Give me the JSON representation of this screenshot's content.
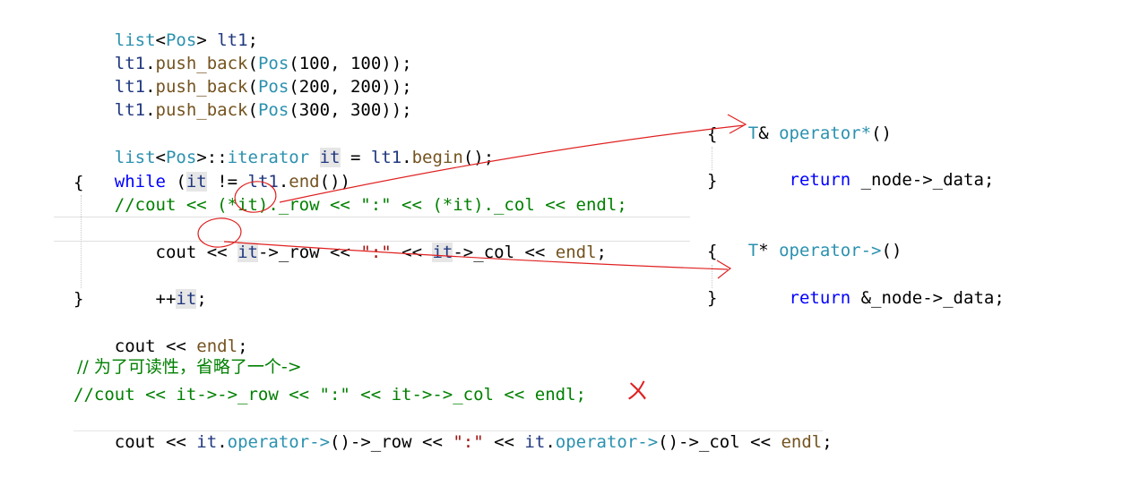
{
  "code_left": {
    "l1": {
      "a": "list",
      "b": "<",
      "c": "Pos",
      "d": "> ",
      "e": "lt1",
      ";": ";"
    },
    "l2": {
      "a": "lt1",
      ".": ".",
      "fn": "push_back",
      "p": "(",
      "t": "Pos",
      "q": "(",
      "n1": "100",
      ",": ", ",
      "n2": "100",
      "end": "));"
    },
    "l3": {
      "a": "lt1",
      ".": ".",
      "fn": "push_back",
      "p": "(",
      "t": "Pos",
      "q": "(",
      "n1": "200",
      ",": ", ",
      "n2": "200",
      "end": "));"
    },
    "l4": {
      "a": "lt1",
      ".": ".",
      "fn": "push_back",
      "p": "(",
      "t": "Pos",
      "q": "(",
      "n1": "300",
      ",": ", ",
      "n2": "300",
      "end": "));"
    },
    "l6": {
      "a": "list",
      "b": "<",
      "c": "Pos",
      "d": ">::",
      "e": "iterator",
      " ": " ",
      "it": "it",
      "eq": " = ",
      "lt": "lt1",
      ".": ".",
      "fn": "begin",
      "end": "();"
    },
    "l7": {
      "kw": "while",
      " ": " (",
      "it": "it",
      "ne": " != ",
      "lt": "lt1",
      ".": ".",
      "fn": "end",
      "end": "())"
    },
    "l8": "{",
    "l9": "    //cout << (*it)._row << \":\" << (*it)._col << endl;",
    "l10": {
      "i": "    ",
      "cout": "cout",
      "op1": " << ",
      "it1": "it",
      "ar1": "->",
      "row": "_row",
      "op2": " << ",
      "s": "\":\"",
      "op3": " << ",
      "it2": "it",
      "ar2": "->",
      "col": "_col",
      "op4": " << ",
      "endl": "endl",
      ";": ";"
    },
    "l12": {
      "i": "    ",
      "pp": "++",
      "it": "it",
      ";": ";"
    },
    "l13": "}",
    "l14": {
      "cout": "cout",
      "op": " << ",
      "endl": "endl",
      ";": ";"
    },
    "l16": "// 为了可读性，省略了一个->",
    "l17": "//cout << it->->_row << \":\" << it->->_col << endl;",
    "l18": {
      "cout": "cout",
      "op1": " << ",
      "it1": "it",
      ".": ".",
      "op": "operator->",
      "cl": "()->",
      "row": "_row",
      "op2": " << ",
      "s": "\":\"",
      "op3": " << ",
      "it2": "it",
      ".2": ".",
      "opb": "operator->",
      "cl2": "()->",
      "col": "_col",
      "op4": " << ",
      "endl": "endl",
      ";": ";"
    }
  },
  "code_right": {
    "r1": {
      "t": "T",
      "amp": "& ",
      "op": "operator*",
      "end": "()"
    },
    "r2": "{",
    "r3": {
      "i": "    ",
      "kw": "return",
      "rest": " _node->_data;"
    },
    "r4": "}",
    "r5": {
      "t": "T",
      "star": "* ",
      "op": "operator->",
      "end": "()"
    },
    "r6": "{",
    "r7": {
      "i": "    ",
      "kw": "return",
      "rest": " &_node->_data;"
    },
    "r8": "}"
  },
  "annotation_mark": "ㄨ"
}
